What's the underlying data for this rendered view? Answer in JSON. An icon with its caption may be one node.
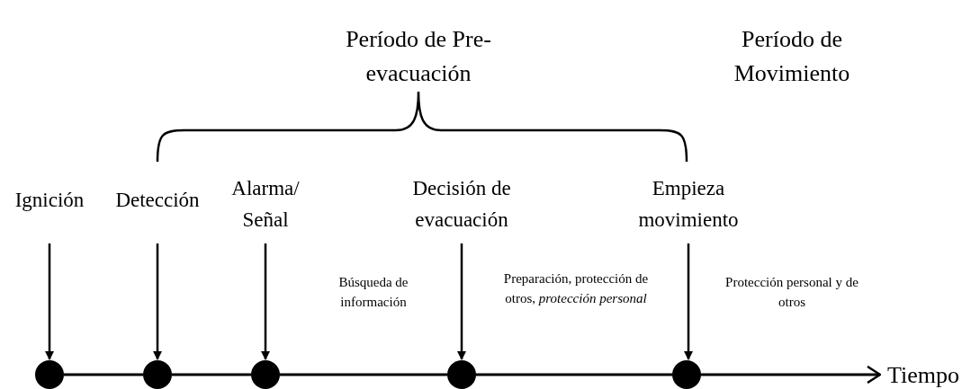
{
  "diagram": {
    "nodes": [
      {
        "text": [
          "Ignición"
        ]
      },
      {
        "text": [
          "Detección"
        ]
      },
      {
        "text": [
          "Alarma/ Señal"
        ]
      },
      {
        "text": [
          "Decisión de evacuación"
        ]
      },
      {
        "text": [
          "Empieza movimiento"
        ]
      },
      {
        "text": [],
        "shape": "circle"
      },
      {
        "text": [],
        "shape": "circle"
      },
      {
        "text": [],
        "shape": "circle"
      },
      {
        "text": [],
        "shape": "circle"
      },
      {
        "text": [],
        "shape": "circle"
      },
      {
        "text": [
          "Tiempo"
        ]
      }
    ],
    "edges": [
      {
        "from": 0,
        "to": 5,
        "arrow": "to"
      },
      {
        "from": 1,
        "to": 6,
        "arrow": "to"
      },
      {
        "from": 2,
        "to": 7,
        "arrow": "to"
      },
      {
        "from": 3,
        "to": 8,
        "arrow": "to"
      },
      {
        "from": 4,
        "to": 9,
        "arrow": "to"
      },
      {
        "from": 5,
        "to": 6,
        "arrow": "none"
      },
      {
        "from": 6,
        "to": 7,
        "arrow": "none"
      },
      {
        "from": 7,
        "to": 8,
        "arrow": "none"
      },
      {
        "from": 8,
        "to": 9,
        "arrow": "none"
      },
      {
        "from": 9,
        "to": 10,
        "arrow": "to"
      }
    ],
    "labels": [
      "Período de Pre-evacuación",
      "Período de Movimiento",
      "Búsqueda de información",
      "Preparación, protección de otros, *protección personal*",
      "Protección personal y de otros"
    ]
  }
}
